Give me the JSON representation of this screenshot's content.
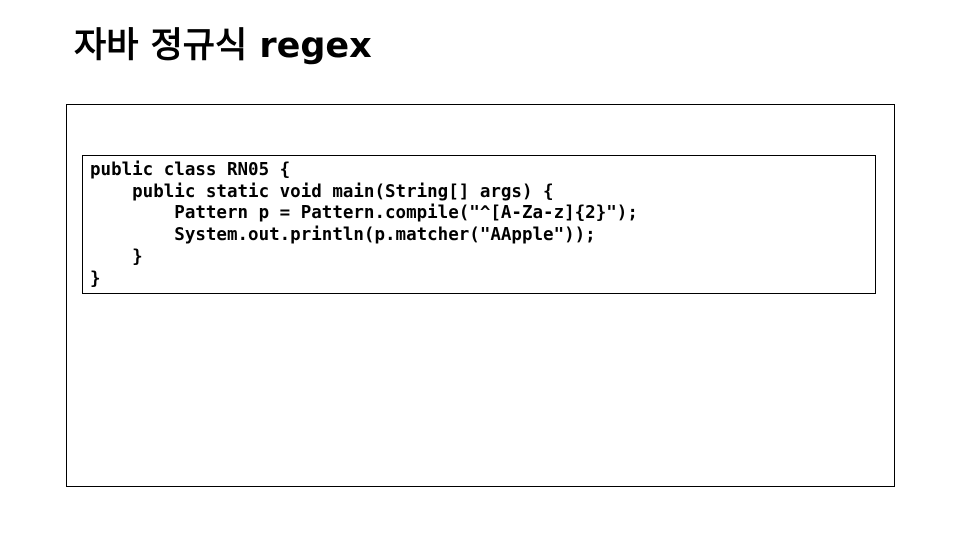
{
  "slide": {
    "title": "자바 정규식 regex"
  },
  "code": {
    "lines": [
      "public class RN05 {",
      "    public static void main(String[] args) {",
      "        Pattern p = Pattern.compile(\"^[A-Za-z]{2}\");",
      "        System.out.println(p.matcher(\"AApple\"));",
      "    }",
      "}"
    ]
  },
  "colors": {
    "background": "#ffffff",
    "text": "#000000",
    "border": "#000000"
  }
}
